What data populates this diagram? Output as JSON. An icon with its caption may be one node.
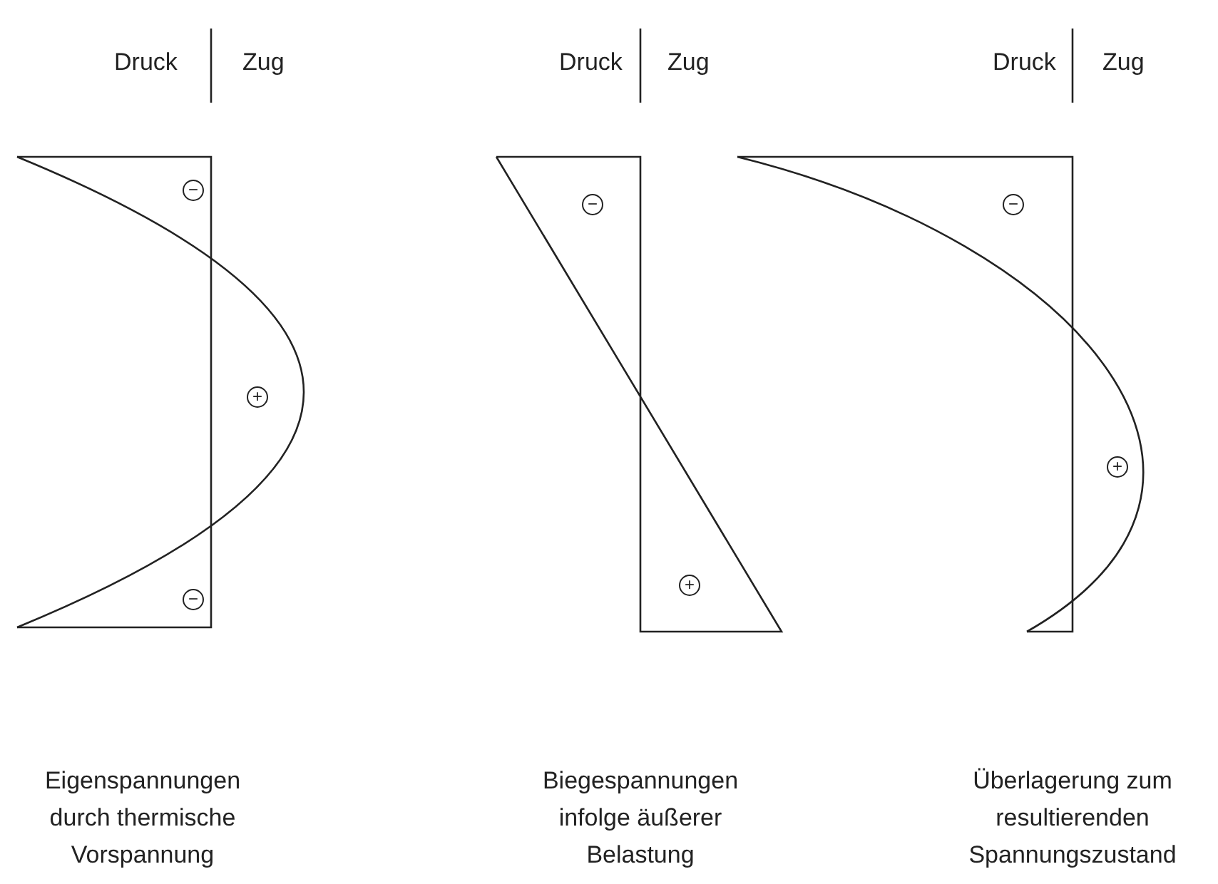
{
  "diagram": {
    "labels": [
      "Druck",
      "Zug",
      "Druck",
      "Zug",
      "Druck",
      "Zug",
      "−",
      "+",
      "−",
      "−",
      "+",
      "−",
      "+",
      "Eigenspannungen durch thermische Vorspannung",
      "Biegespannungen infolge äußerer Belastung",
      "Überlagerung zum resultierenden Spannungszustand"
    ]
  }
}
